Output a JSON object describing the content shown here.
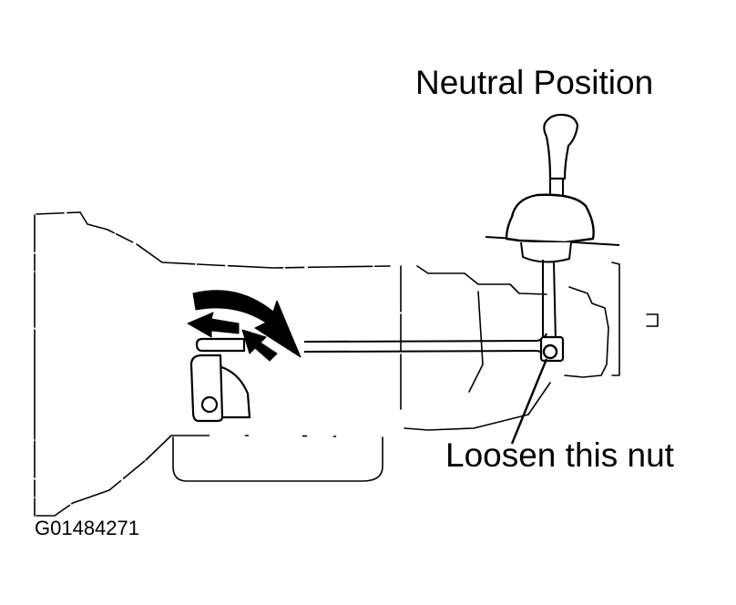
{
  "diagram": {
    "figure_id": "G01484271",
    "labels": {
      "neutral_position": "Neutral Position",
      "loosen_nut": "Loosen this nut"
    },
    "colors": {
      "ink": "#000000",
      "background": "#ffffff",
      "fill": "#ffffff"
    }
  }
}
